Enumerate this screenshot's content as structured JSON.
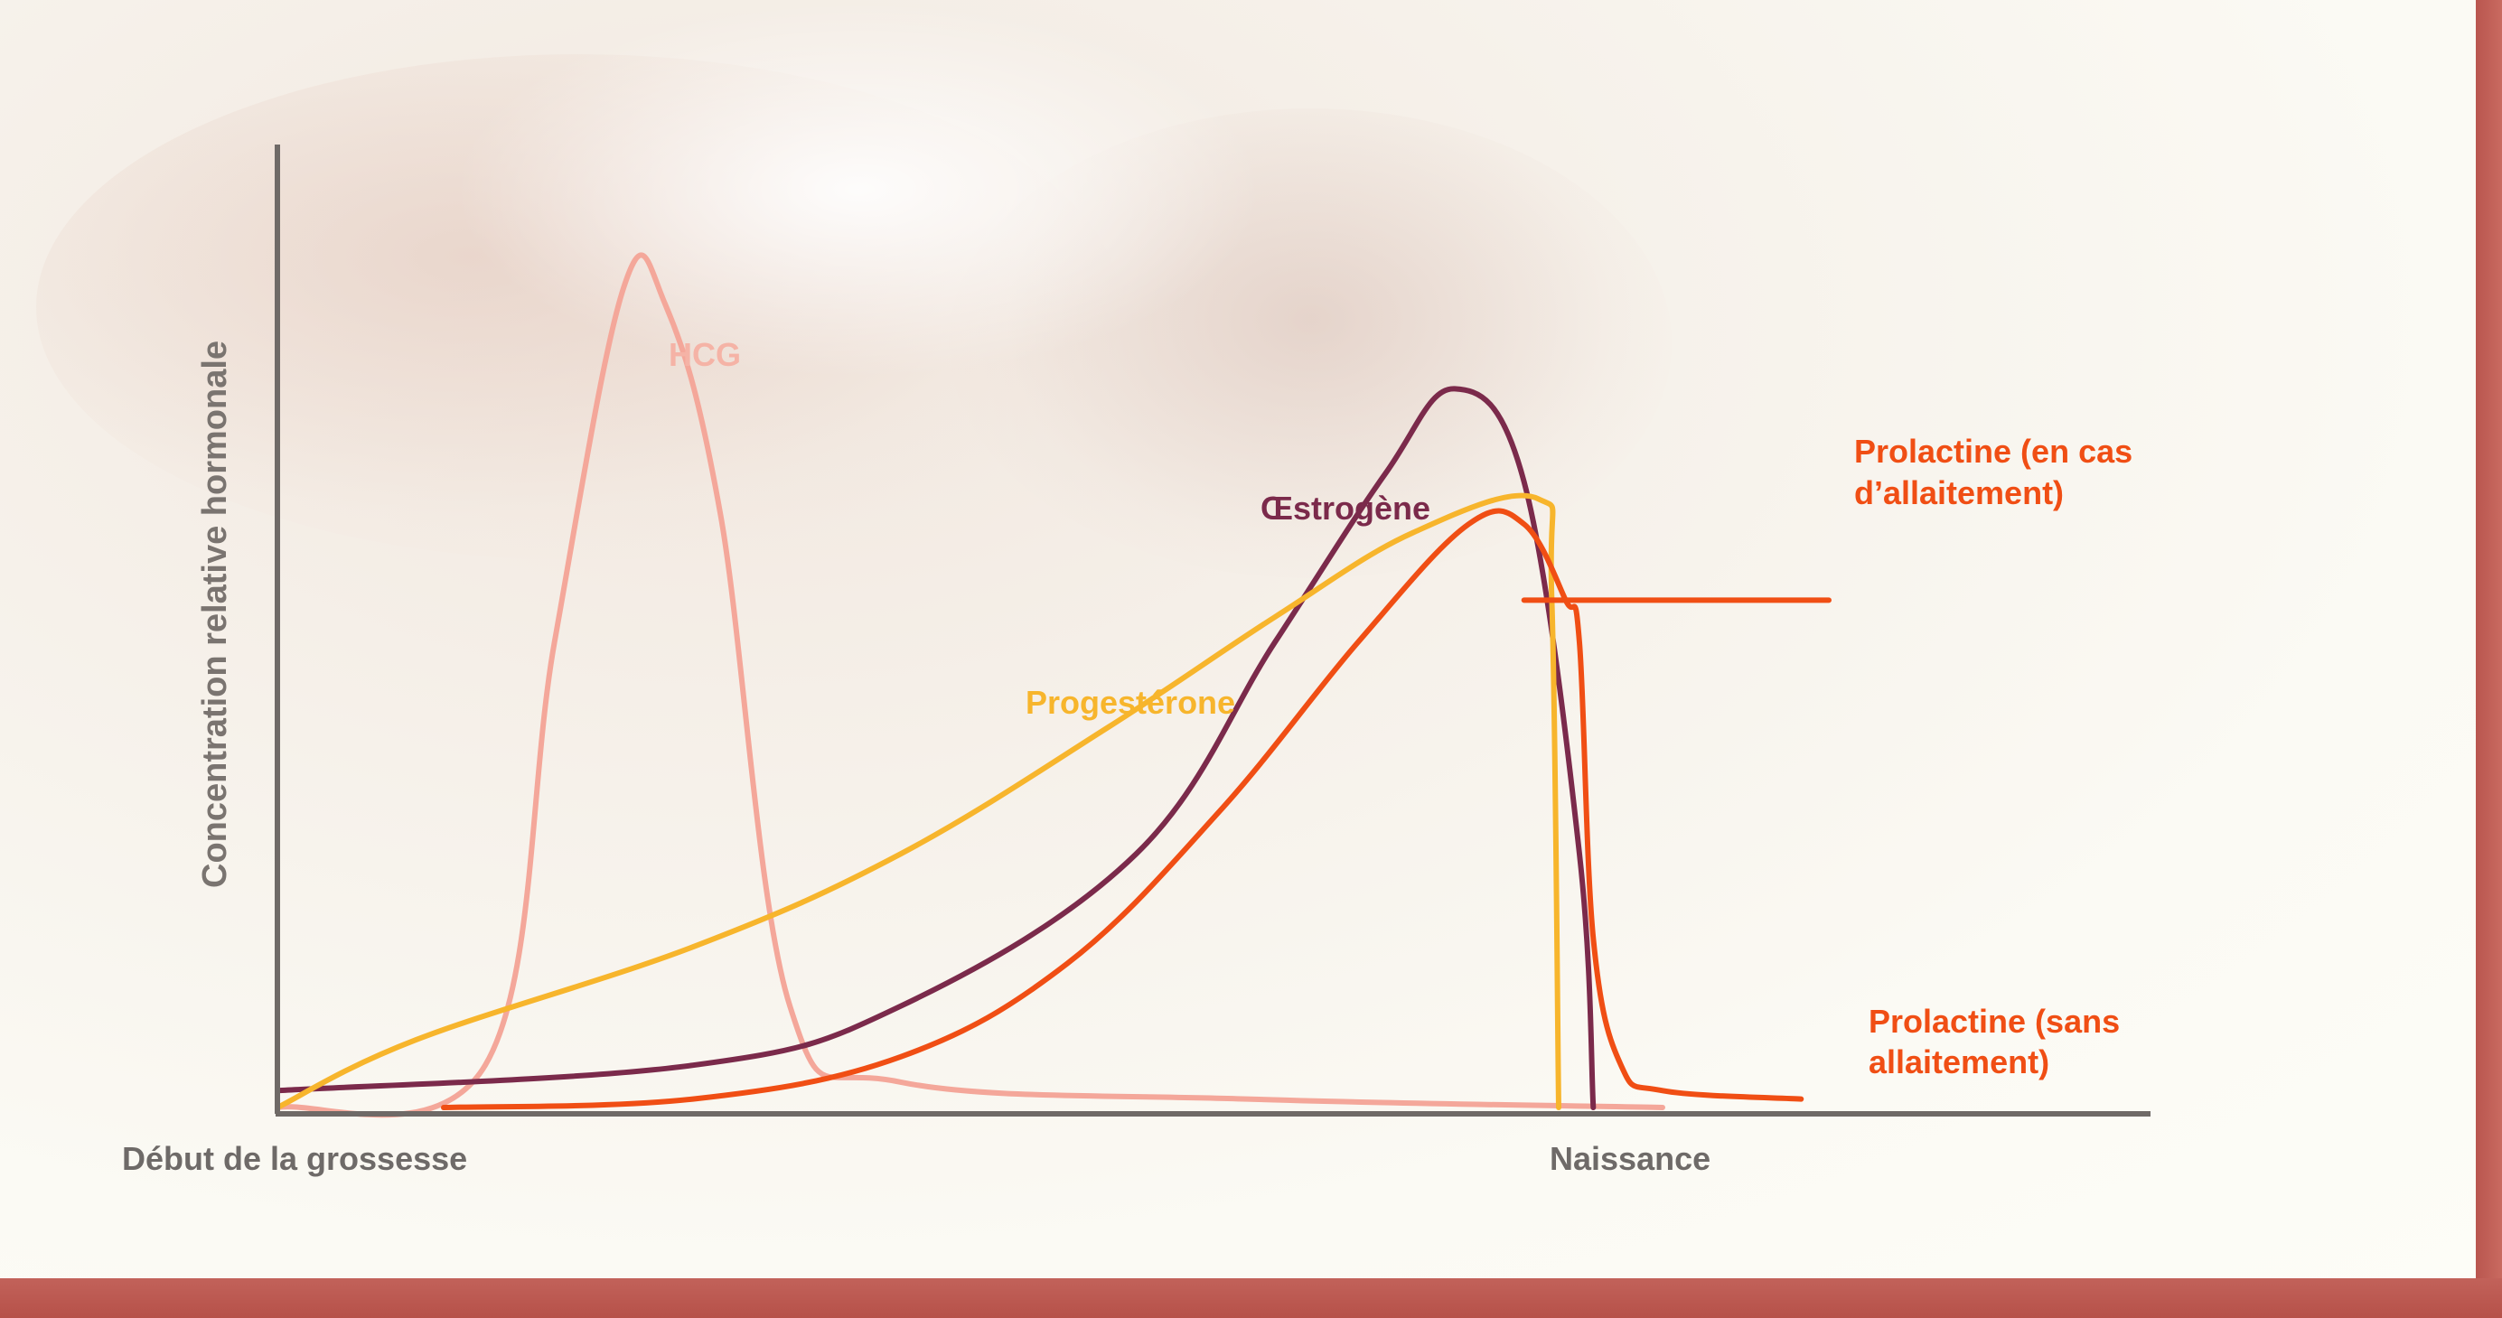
{
  "chart_data": {
    "type": "line",
    "title": "",
    "ylabel": "Concentration relative hormonale",
    "xlabel": "",
    "x_ticks": [
      "Début de la grossesse",
      "Naissance"
    ],
    "series": [
      {
        "name": "HCG",
        "color": "#f4a79a",
        "points": [
          [
            0,
            0
          ],
          [
            15,
            0.05
          ],
          [
            20,
            0.55
          ],
          [
            25,
            0.97
          ],
          [
            28,
            0.95
          ],
          [
            32,
            0.7
          ],
          [
            37,
            0.12
          ],
          [
            45,
            0.03
          ],
          [
            70,
            0.01
          ],
          [
            100,
            0.0
          ]
        ]
      },
      {
        "name": "Œstrogène",
        "color": "#7b2a4b",
        "points": [
          [
            0,
            0.02
          ],
          [
            30,
            0.05
          ],
          [
            45,
            0.12
          ],
          [
            62,
            0.3
          ],
          [
            72,
            0.55
          ],
          [
            80,
            0.75
          ],
          [
            85,
            0.85
          ],
          [
            90,
            0.74
          ],
          [
            94,
            0.3
          ],
          [
            95,
            0.0
          ]
        ]
      },
      {
        "name": "Progestérone",
        "color": "#f7b52c",
        "points": [
          [
            0,
            0.0
          ],
          [
            10,
            0.08
          ],
          [
            30,
            0.19
          ],
          [
            45,
            0.3
          ],
          [
            60,
            0.45
          ],
          [
            72,
            0.58
          ],
          [
            82,
            0.68
          ],
          [
            91,
            0.72
          ],
          [
            92,
            0.6
          ],
          [
            92.5,
            0.0
          ]
        ]
      },
      {
        "name": "Prolactine (sans allaitement)",
        "color": "#f04e14",
        "points": [
          [
            12,
            0.0
          ],
          [
            30,
            0.01
          ],
          [
            45,
            0.06
          ],
          [
            57,
            0.17
          ],
          [
            68,
            0.35
          ],
          [
            78,
            0.55
          ],
          [
            86,
            0.69
          ],
          [
            90,
            0.69
          ],
          [
            93,
            0.6
          ],
          [
            94,
            0.55
          ],
          [
            95,
            0.2
          ],
          [
            97,
            0.05
          ],
          [
            100,
            0.02
          ],
          [
            110,
            0.01
          ]
        ]
      },
      {
        "name": "Prolactine (en cas d’allaitement)",
        "color": "#f04e14",
        "points": [
          [
            90,
            0.6
          ],
          [
            93,
            0.6
          ],
          [
            100,
            0.6
          ],
          [
            112,
            0.6
          ]
        ]
      }
    ],
    "labels": {
      "hcg": "HCG",
      "oestrogene": "Œstrogène",
      "progesterone": "Progestérone",
      "prolactine_allaitement_line1": "Prolactine (en cas",
      "prolactine_allaitement_line2": "d’allaitement)",
      "prolactine_sans_line1": "Prolactine (sans",
      "prolactine_sans_line2": "allaitement)"
    },
    "grid": false,
    "axis_color": "#6f6a67"
  }
}
